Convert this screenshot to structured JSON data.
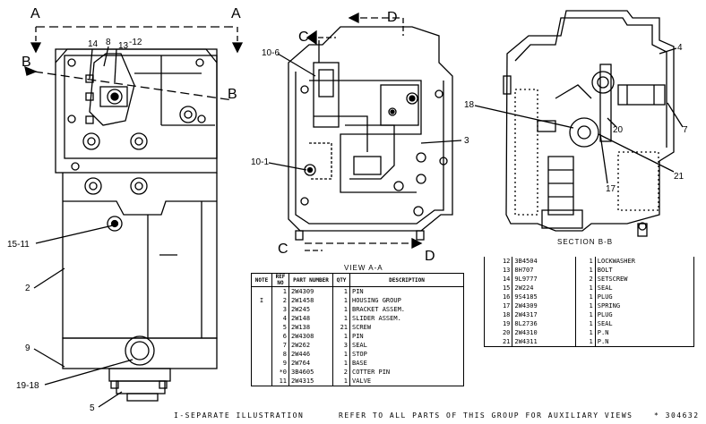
{
  "view_labels": {
    "section_a_left": "A",
    "section_a_right": "A",
    "section_b_left": "B",
    "section_b_right": "B",
    "section_c_top": "C",
    "section_c_bottom": "C",
    "section_d_top": "D",
    "section_d_bottom": "D"
  },
  "callouts": {
    "left": [
      "14",
      "8",
      "13",
      "-12",
      "15-11",
      "2",
      "9",
      "19-18",
      "5"
    ],
    "middle": [
      "10-6",
      "3",
      "10-1"
    ],
    "right": [
      "4",
      "18",
      "7",
      "20",
      "21",
      "17"
    ]
  },
  "captions": {
    "view_aa": "VIEW A-A",
    "section_bb": "SECTION B-B"
  },
  "table_left": {
    "headers": [
      "NOTE",
      "REF NO",
      "PART NUMBER",
      "QTY",
      "DESCRIPTION"
    ],
    "rows": [
      {
        "note": "",
        "ref": "1",
        "part": "2W4309",
        "qty": "1",
        "desc": "PIN"
      },
      {
        "note": "I",
        "ref": "2",
        "part": "2W1458",
        "qty": "1",
        "desc": "HOUSING GROUP"
      },
      {
        "note": "",
        "ref": "3",
        "part": "2W245",
        "qty": "1",
        "desc": "BRACKET ASSEM."
      },
      {
        "note": "",
        "ref": "4",
        "part": "2W148",
        "qty": "1",
        "desc": "SLIDER ASSEM."
      },
      {
        "note": "",
        "ref": "5",
        "part": "2W138",
        "qty": "21",
        "desc": "SCREW"
      },
      {
        "note": "",
        "ref": "6",
        "part": "2W4308",
        "qty": "1",
        "desc": "PIN"
      },
      {
        "note": "",
        "ref": "7",
        "part": "2W262",
        "qty": "3",
        "desc": "SEAL"
      },
      {
        "note": "",
        "ref": "8",
        "part": "2W446",
        "qty": "1",
        "desc": "STOP"
      },
      {
        "note": "",
        "ref": "9",
        "part": "2W764",
        "qty": "1",
        "desc": "BASE"
      },
      {
        "note": "",
        "ref": "*0",
        "part": "3B4605",
        "qty": "2",
        "desc": "COTTER PIN"
      },
      {
        "note": "",
        "ref": "11",
        "part": "2W4315",
        "qty": "1",
        "desc": "VALVE"
      }
    ]
  },
  "table_right": {
    "rows": [
      {
        "ref": "12",
        "part": "3B4504",
        "qty": "1",
        "desc": "LOCKWASHER"
      },
      {
        "ref": "13",
        "part": "8H707",
        "qty": "1",
        "desc": "BOLT"
      },
      {
        "ref": "14",
        "part": "9L9777",
        "qty": "2",
        "desc": "SETSCREW"
      },
      {
        "ref": "15",
        "part": "2W224",
        "qty": "1",
        "desc": "SEAL"
      },
      {
        "ref": "16",
        "part": "9S4185",
        "qty": "1",
        "desc": "PLUG"
      },
      {
        "ref": "17",
        "part": "2W4309",
        "qty": "1",
        "desc": "SPRING"
      },
      {
        "ref": "18",
        "part": "2W4317",
        "qty": "1",
        "desc": "PLUG"
      },
      {
        "ref": "19",
        "part": "8L2736",
        "qty": "1",
        "desc": "SEAL"
      },
      {
        "ref": "20",
        "part": "2W4310",
        "qty": "1",
        "desc": "P.N"
      },
      {
        "ref": "21",
        "part": "2W4311",
        "qty": "1",
        "desc": "P.N"
      }
    ]
  },
  "footer": {
    "note": "I-SEPARATE ILLUSTRATION",
    "refer": "REFER TO ALL PARTS OF THIS GROUP FOR AUXILIARY VIEWS",
    "drawing_no": "* 304632"
  }
}
